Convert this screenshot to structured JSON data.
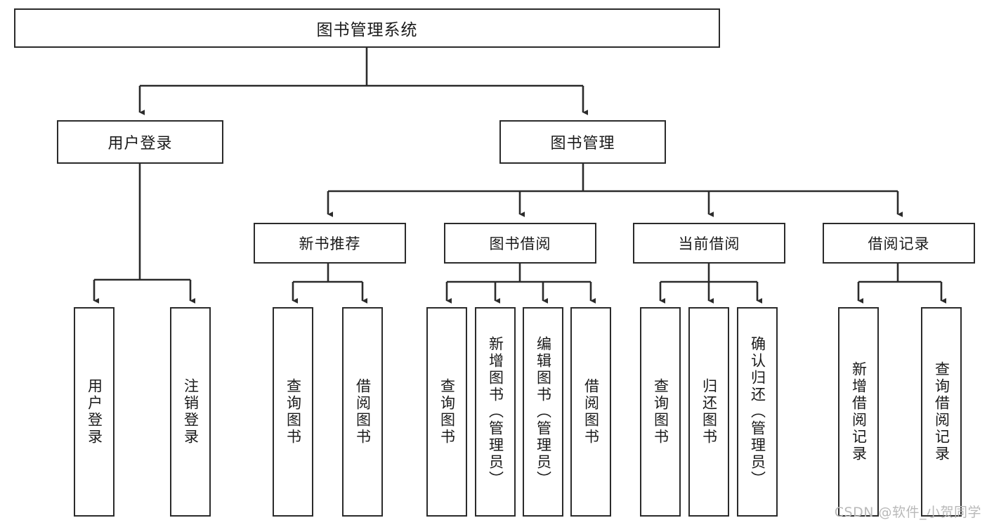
{
  "diagram": {
    "title": "图书管理系统",
    "watermark": "CSDN @软件_小贺同学",
    "colors": {
      "stroke": "#2b2b2b",
      "fill": "#ffffff",
      "text": "#1a1a1a",
      "watermark": "#b9b9b9"
    },
    "root": {
      "label": "图书管理系统"
    },
    "level2": [
      {
        "label": "用户登录"
      },
      {
        "label": "图书管理"
      }
    ],
    "level3": [
      {
        "label": "新书推荐"
      },
      {
        "label": "图书借阅"
      },
      {
        "label": "当前借阅"
      },
      {
        "label": "借阅记录"
      }
    ],
    "leaves": {
      "user_login": [
        {
          "label": "用户登录"
        },
        {
          "label": "注销登录"
        }
      ],
      "new_book": [
        {
          "label": "查询图书"
        },
        {
          "label": "借阅图书"
        }
      ],
      "borrow_book": [
        {
          "label": "查询图书"
        },
        {
          "label": "新增图书（管理员）"
        },
        {
          "label": "编辑图书（管理员）"
        },
        {
          "label": "借阅图书"
        }
      ],
      "current_borrow": [
        {
          "label": "查询图书"
        },
        {
          "label": "归还图书"
        },
        {
          "label": "确认归还（管理员）"
        }
      ],
      "borrow_record": [
        {
          "label": "新增借阅记录"
        },
        {
          "label": "查询借阅记录"
        }
      ]
    }
  }
}
